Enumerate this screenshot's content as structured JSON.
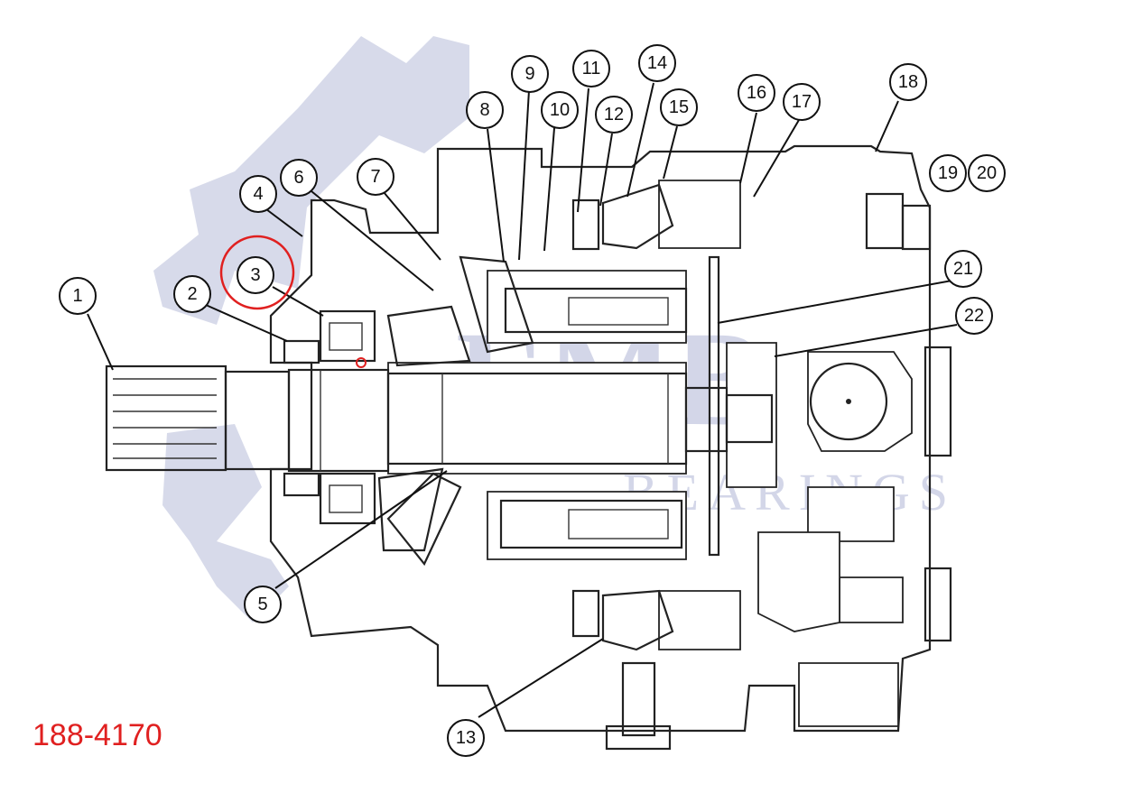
{
  "part_number": "188-4170",
  "colors": {
    "callout_stroke": "#111111",
    "highlight": "#e02020",
    "watermark": "#d3d6e8",
    "line": "#222222"
  },
  "watermark": {
    "word1": "EMB",
    "word2": "BEARINGS"
  },
  "callouts": [
    "1",
    "2",
    "3",
    "4",
    "5",
    "6",
    "7",
    "8",
    "9",
    "10",
    "11",
    "12",
    "13",
    "14",
    "15",
    "16",
    "17",
    "18",
    "19",
    "20",
    "21",
    "22"
  ],
  "highlighted_callout": "3"
}
